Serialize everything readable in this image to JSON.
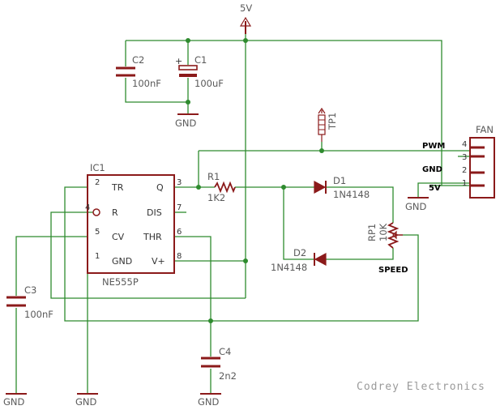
{
  "labels": {
    "supply_top": "5V",
    "c1_ref": "C1",
    "c1_val": "100uF",
    "c2_ref": "C2",
    "c2_val": "100nF",
    "gnd": "GND",
    "tp1": "TP1",
    "fan": "FAN",
    "ic1": "IC1",
    "ic1_part": "NE555P",
    "r1_ref": "R1",
    "r1_val": "1K2",
    "d1_ref": "D1",
    "d1_val": "1N4148",
    "d2_ref": "D2",
    "d2_val": "1N4148",
    "rp1_ref": "RP1",
    "rp1_val": "10K",
    "speed": "SPEED",
    "c3_ref": "C3",
    "c3_val": "100nF",
    "c4_ref": "C4",
    "c4_val": "2n2",
    "watermark": "Codrey Electronics"
  },
  "ic_pins": {
    "tr": "TR",
    "q": "Q",
    "r": "R",
    "dis": "DIS",
    "cv": "CV",
    "thr": "THR",
    "gnd": "GND",
    "vplus": "V+",
    "n1": "1",
    "n2": "2",
    "n3": "3",
    "n4": "4",
    "n5": "5",
    "n6": "6",
    "n7": "7",
    "n8": "8"
  },
  "fan_pins": {
    "pwm": "PWM",
    "gnd": "GND",
    "v5": "5V",
    "n1": "1",
    "n2": "2",
    "n3": "3",
    "n4": "4"
  }
}
